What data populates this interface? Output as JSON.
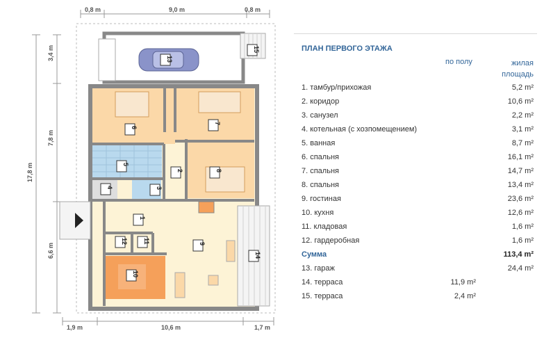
{
  "dims": {
    "top_left": "0,8 m",
    "top_mid": "9,0 m",
    "top_right": "0,8 m",
    "left_1": "3,4 m",
    "left_2": "7,8 m",
    "left_3": "6,6 m",
    "left_total": "17,8 m",
    "bottom_left": "1,9 m",
    "bottom_mid": "10,6 m",
    "bottom_right": "1,7 m"
  },
  "rooms": {
    "r1": "1",
    "r2": "2",
    "r3": "3",
    "r4": "4",
    "r5": "5",
    "r6": "6",
    "r7": "7",
    "r8": "8",
    "r9": "9",
    "r10": "10",
    "r11": "11",
    "r12": "12",
    "r13": "13",
    "r14": "14",
    "r15": "15"
  },
  "table": {
    "title": "ПЛАН ПЕРВОГО ЭТАЖА",
    "header_floor": "по полу",
    "header_living": "жилая площадь",
    "rows": [
      {
        "name": "1. тамбур/прихожая",
        "floor": "",
        "living": "5,2 m²"
      },
      {
        "name": "2. коридор",
        "floor": "",
        "living": "10,6 m²"
      },
      {
        "name": "3. санузел",
        "floor": "",
        "living": "2,2 m²"
      },
      {
        "name": "4. котельная (с хозпомещением)",
        "floor": "",
        "living": "3,1 m²"
      },
      {
        "name": "5. ванная",
        "floor": "",
        "living": "8,7 m²"
      },
      {
        "name": "6. спальня",
        "floor": "",
        "living": "16,1 m²"
      },
      {
        "name": "7. спальня",
        "floor": "",
        "living": "14,7 m²"
      },
      {
        "name": "8. спальня",
        "floor": "",
        "living": "13,4 m²"
      },
      {
        "name": "9. гостиная",
        "floor": "",
        "living": "23,6 m²"
      },
      {
        "name": "10. кухня",
        "floor": "",
        "living": "12,6 m²"
      },
      {
        "name": "11. кладовая",
        "floor": "",
        "living": "1,6 m²"
      },
      {
        "name": "12. гардеробная",
        "floor": "",
        "living": "1,6 m²"
      },
      {
        "name": "Сумма",
        "floor": "",
        "living": "113,4 m²",
        "sum": true
      },
      {
        "name": "13. гараж",
        "floor": "",
        "living": "24,4 m²"
      },
      {
        "name": "14. терраса",
        "floor": "11,9 m²",
        "living": ""
      },
      {
        "name": "15. терраса",
        "floor": "2,4 m²",
        "living": ""
      }
    ]
  },
  "colors": {
    "bedroom": "#fbd8a8",
    "living": "#fdf3d6",
    "kitchen": "#f5a05a",
    "bath": "#b9d9ee",
    "wall": "#888888",
    "accent": "#336699"
  }
}
